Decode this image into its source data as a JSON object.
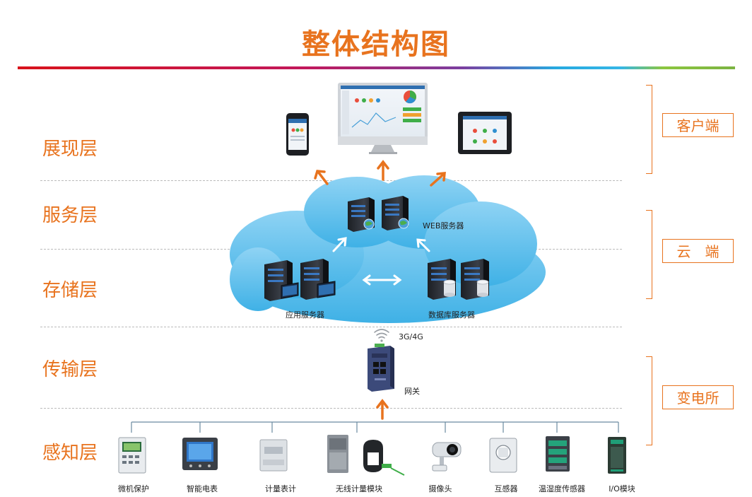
{
  "title": "整体结构图",
  "layers": {
    "presentation": "展现层",
    "service": "服务层",
    "storage": "存储层",
    "transport": "传输层",
    "perception": "感知层"
  },
  "regions": {
    "client": "客户端",
    "cloud": "云　端",
    "substation": "变电所"
  },
  "servers": {
    "web": "WEB服务器",
    "app": "应用服务器",
    "db": "数据库服务器"
  },
  "network": {
    "wireless": "3G/4G",
    "gateway": "网关"
  },
  "devices": [
    "微机保护",
    "智能电表",
    "计量表计",
    "无线计量模块",
    "摄像头",
    "互感器",
    "温湿度传感器",
    "I/O模块"
  ],
  "colors": {
    "accent": "#e8731e",
    "cloud": "#5bbde9",
    "arrow_white": "#ffffff",
    "server": "#2b2f36"
  }
}
